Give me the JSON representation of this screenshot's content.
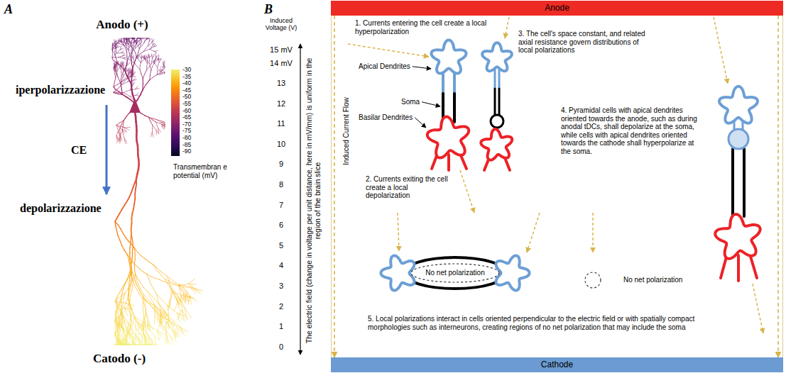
{
  "diagram": {
    "nodes": [
      {
        "text": [
          "Anode"
        ]
      },
      {
        "text": [
          "Cathode"
        ]
      }
    ],
    "edges": [
      {
        "from": 0,
        "to": 1,
        "arrow": "to"
      },
      {
        "from": 0,
        "to": 1,
        "arrow": "to"
      }
    ],
    "labels": [
      "A",
      "Anodo (+)",
      "iperpolarizzazione",
      "CE",
      "depolarizzazione",
      "Catodo (-)",
      "-30",
      "-35",
      "-40",
      "-45",
      "-50",
      "-55",
      "-60",
      "-65",
      "-70",
      "-75",
      "-80",
      "-85",
      "-90",
      "Transmembran e potential (mV)",
      "B",
      "Induced Voltage (V)",
      "15 mV",
      "14 mV",
      "13",
      "12",
      "11",
      "10",
      "9",
      "8",
      "7",
      "6",
      "5",
      "4",
      "3",
      "2",
      "1",
      "0",
      "The electric field (change in voltage per unit distance, here in mV/mm) is uniform in the region of the brain slice",
      "Induced Current Flow",
      "1. Currents entering the cell create a local hyperpolarization",
      "Apical Dendrites",
      "Soma",
      "Basilar Dendrites",
      "2. Currents exiting the cell create a local depolarization",
      "3. The cell's space constant, and related axial resistance govern distributions of local polarizations",
      "4. Pyramidal cells with apical dendrites oriented towards the anode, such as during anodal tDCs, shall depolarize at the soma, while cells with apical dendrites oriented towards the cathode shall hyperpolarize at the soma.",
      "No net polarization",
      "No net polarization",
      "5. Local polarizations interact in cells oriented perpendicular to the electric field or with spatially compact morphologies such as interneurons, creating regions of no net polarization that may include the soma"
    ]
  }
}
